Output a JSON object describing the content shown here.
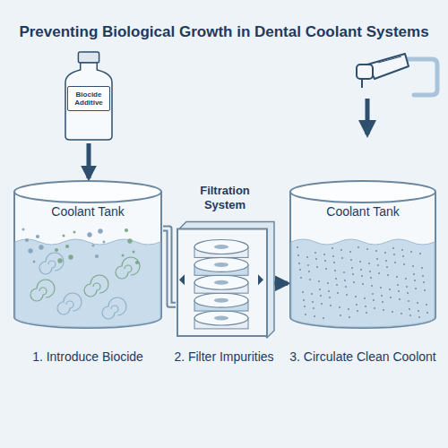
{
  "diagram": {
    "title": "Preventing Biological Growth in Dental Coolant Systems",
    "nodes": [
      {
        "text": [
          "Biocide Additive"
        ]
      },
      {
        "text": [
          "Coolant Tank"
        ]
      },
      {
        "text": [
          "Filtration System"
        ]
      },
      {
        "text": [
          "Coolant Tank"
        ]
      }
    ],
    "edges": [
      {
        "from": 0,
        "to": 1,
        "arrow": "to"
      },
      {
        "from": 1,
        "to": 2,
        "arrow": "none"
      },
      {
        "from": 2,
        "to": 3,
        "arrow": "to"
      }
    ],
    "labels": [
      "1. Introduce Biocide",
      "2. Filter Impurities",
      "3. Circulate Clean Coolont"
    ]
  }
}
